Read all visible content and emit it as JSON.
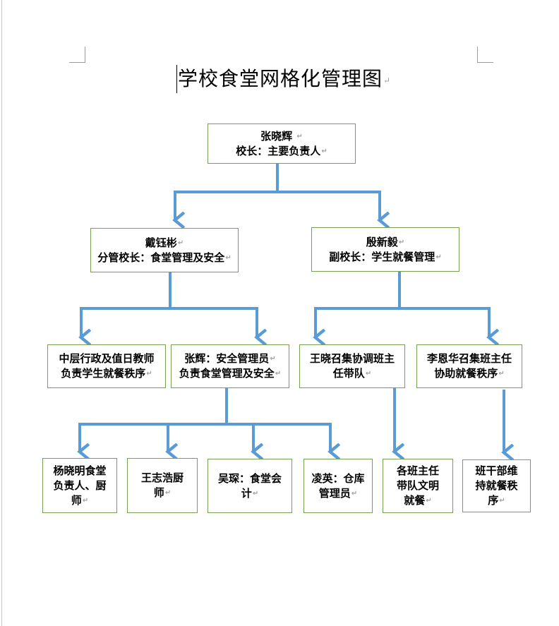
{
  "document": {
    "title": "学校食堂网格化管理图",
    "paragraph_mark": "↵"
  },
  "theme": {
    "connector_color": "#5b9bd5",
    "box_border_color": "#77a050"
  },
  "org_chart": {
    "root": {
      "id": "principal",
      "lines": [
        "张晓辉",
        "校长：主要负责人"
      ]
    },
    "level2": [
      {
        "id": "dai",
        "lines": [
          "戴钰彬",
          "分管校长：食堂管理及安全"
        ]
      },
      {
        "id": "yin",
        "lines": [
          "殷新毅",
          "副校长：学生就餐管理"
        ]
      }
    ],
    "level3": [
      {
        "id": "middle-admin",
        "parent": "dai",
        "lines": [
          "中层行政及值日教师",
          "负责学生就餐秩序"
        ]
      },
      {
        "id": "zhanghui",
        "parent": "dai",
        "lines": [
          "张辉：安全管理员",
          "负责食堂管理及安全"
        ]
      },
      {
        "id": "wangxiao",
        "parent": "yin",
        "lines": [
          "王晓召集协调班主",
          "任带队"
        ]
      },
      {
        "id": "lienhua",
        "parent": "yin",
        "lines": [
          "李恩华召集班主任",
          "协助就餐秩序"
        ]
      }
    ],
    "level4": [
      {
        "id": "yang",
        "parent": "zhanghui",
        "lines": [
          "杨晓明食堂",
          "负责人、厨",
          "师"
        ]
      },
      {
        "id": "wangzhi",
        "parent": "zhanghui",
        "lines": [
          "王志浩厨",
          "师"
        ]
      },
      {
        "id": "wucai",
        "parent": "zhanghui",
        "lines": [
          "吴琛：食堂会",
          "计"
        ]
      },
      {
        "id": "lingying",
        "parent": "zhanghui",
        "lines": [
          "凌英：仓库",
          "管理员"
        ]
      },
      {
        "id": "class-teachers",
        "parent": "wangxiao",
        "lines": [
          "各班主任",
          "带队文明",
          "就餐"
        ]
      },
      {
        "id": "class-cadres",
        "parent": "lienhua",
        "lines": [
          "班干部维",
          "持就餐秩",
          "序"
        ]
      }
    ]
  }
}
